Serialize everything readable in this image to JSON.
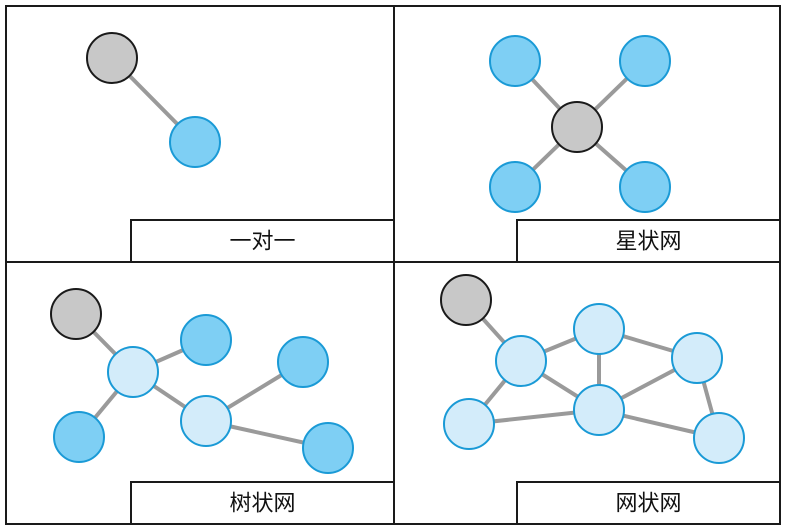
{
  "colors": {
    "background": "#ffffff",
    "border": "#1a1a1a",
    "edge": "#9a9a9a",
    "node_stroke": "#1a9ad6",
    "node_fill_dark": "#7ecff4",
    "node_fill_light": "#d3ecfa",
    "hub_fill": "#c8c8c8",
    "hub_stroke": "#1a1a1a"
  },
  "panels": [
    {
      "id": "one-to-one",
      "label": "一对一",
      "nodes": [
        {
          "id": "a",
          "kind": "hub"
        },
        {
          "id": "b",
          "kind": "dark"
        }
      ],
      "edges": [
        [
          "a",
          "b"
        ]
      ]
    },
    {
      "id": "star",
      "label": "星状网",
      "nodes": [
        {
          "id": "c",
          "kind": "hub"
        },
        {
          "id": "n1",
          "kind": "dark"
        },
        {
          "id": "n2",
          "kind": "dark"
        },
        {
          "id": "n3",
          "kind": "dark"
        },
        {
          "id": "n4",
          "kind": "dark"
        }
      ],
      "edges": [
        [
          "c",
          "n1"
        ],
        [
          "c",
          "n2"
        ],
        [
          "c",
          "n3"
        ],
        [
          "c",
          "n4"
        ]
      ]
    },
    {
      "id": "tree",
      "label": "树状网",
      "nodes": [
        {
          "id": "root",
          "kind": "hub"
        },
        {
          "id": "m1",
          "kind": "light"
        },
        {
          "id": "m2",
          "kind": "light"
        },
        {
          "id": "l1",
          "kind": "dark"
        },
        {
          "id": "l2",
          "kind": "dark"
        },
        {
          "id": "l3",
          "kind": "dark"
        },
        {
          "id": "l4",
          "kind": "dark"
        }
      ],
      "edges": [
        [
          "root",
          "m1"
        ],
        [
          "m1",
          "l1"
        ],
        [
          "m1",
          "l2"
        ],
        [
          "m1",
          "m2"
        ],
        [
          "m2",
          "l3"
        ],
        [
          "m2",
          "l4"
        ]
      ]
    },
    {
      "id": "mesh",
      "label": "网状网",
      "nodes": [
        {
          "id": "g",
          "kind": "hub"
        },
        {
          "id": "p1",
          "kind": "light"
        },
        {
          "id": "p2",
          "kind": "light"
        },
        {
          "id": "p3",
          "kind": "light"
        },
        {
          "id": "p4",
          "kind": "light"
        },
        {
          "id": "p5",
          "kind": "light"
        },
        {
          "id": "p6",
          "kind": "light"
        }
      ],
      "edges": [
        [
          "g",
          "p1"
        ],
        [
          "p1",
          "p2"
        ],
        [
          "p2",
          "p3"
        ],
        [
          "p1",
          "p4"
        ],
        [
          "p2",
          "p4"
        ],
        [
          "p3",
          "p4"
        ],
        [
          "p3",
          "p6"
        ],
        [
          "p1",
          "p5"
        ],
        [
          "p5",
          "p4"
        ],
        [
          "p4",
          "p6"
        ]
      ]
    }
  ]
}
